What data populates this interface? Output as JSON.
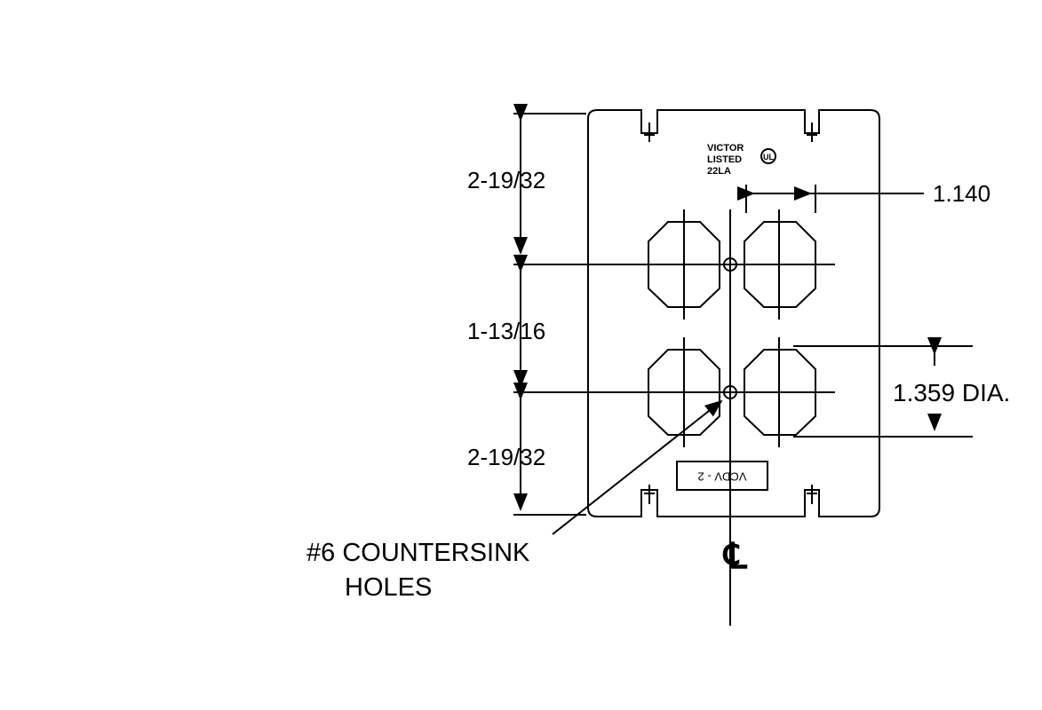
{
  "dimensions": {
    "top_height": "2-19/32",
    "middle_spacing": "1-13/16",
    "bottom_height": "2-19/32",
    "hole_spacing": "1.140",
    "hole_diameter": "1.359 DIA."
  },
  "plate_marking": {
    "line1": "VICTOR",
    "line2": "LISTED",
    "line3": "22LA",
    "ul_mark": "UL"
  },
  "part_label": "VCDV  - 2",
  "centerline_symbol": "℄",
  "callout": {
    "line1": "#6 COUNTERSINK",
    "line2": "HOLES"
  }
}
